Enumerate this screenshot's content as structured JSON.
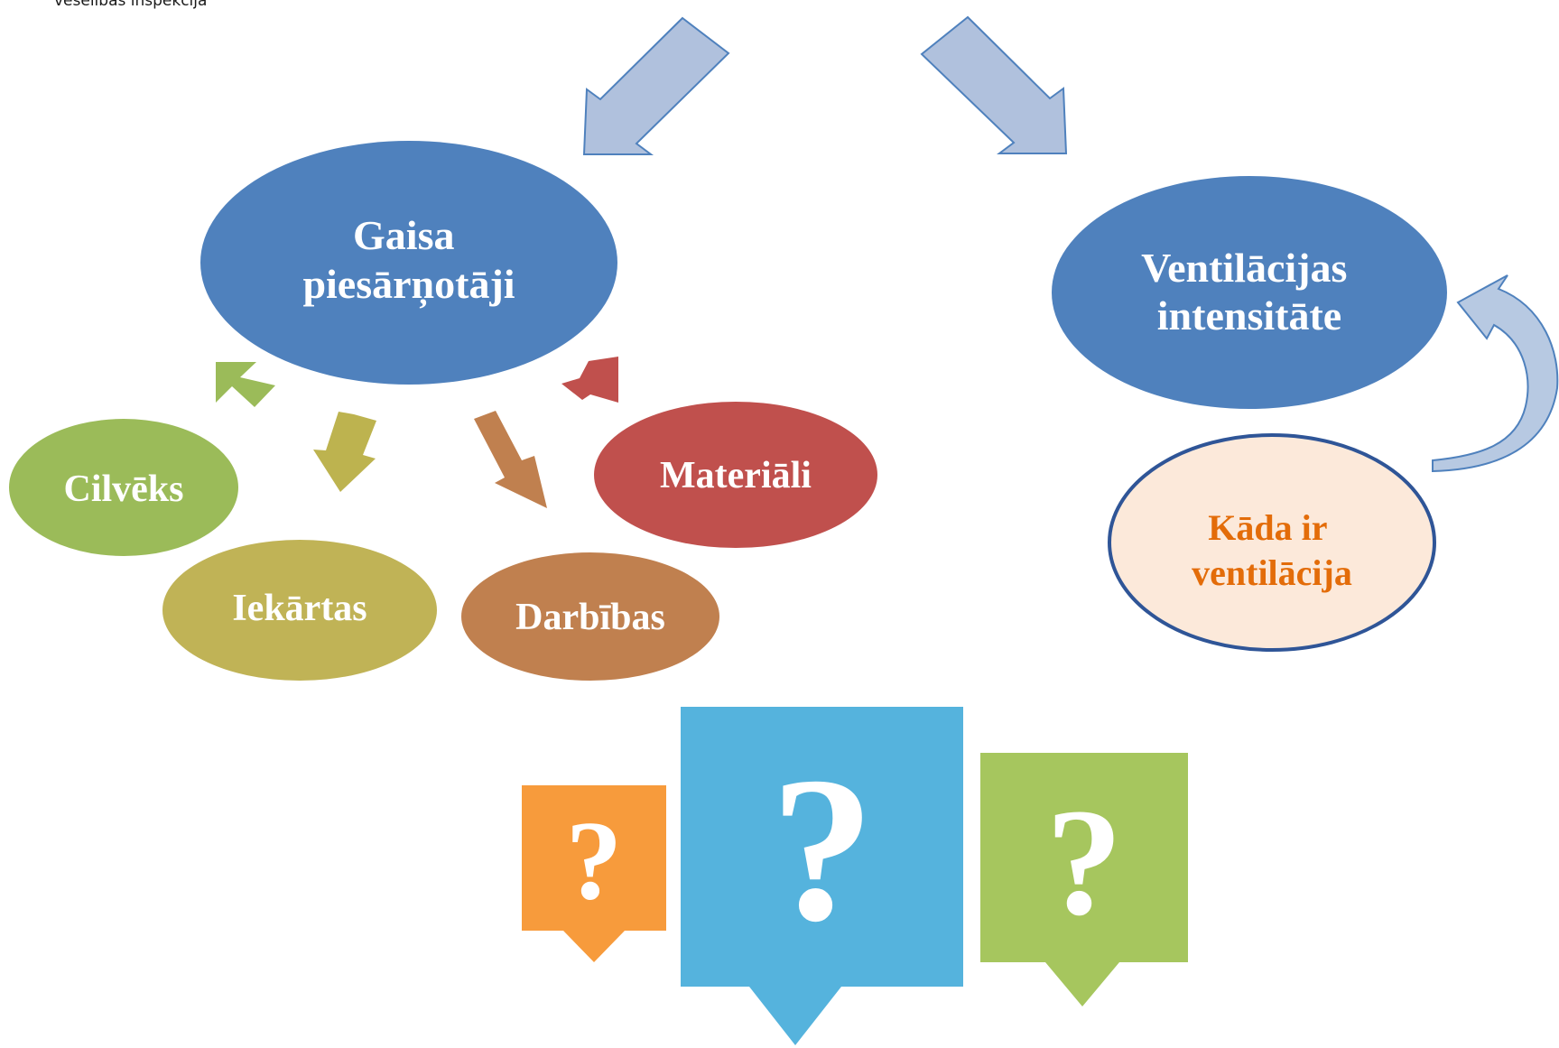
{
  "header": {
    "text": "veselības inspekcija"
  },
  "nodes": {
    "main": {
      "lines": [
        "Gaisa",
        "piesārņotāji"
      ],
      "fill": "#4f81bd",
      "text_color": "#ffffff"
    },
    "cilveks": {
      "label": "Cilvēks",
      "fill": "#9bbb59",
      "text_color": "#ffffff"
    },
    "iekartas": {
      "label": "Iekārtas",
      "fill": "#c0b356",
      "text_color": "#ffffff"
    },
    "darbibas": {
      "label": "Darbības",
      "fill": "#c0804f",
      "text_color": "#ffffff"
    },
    "materiali": {
      "label": "Materiāli",
      "fill": "#c0504d",
      "text_color": "#ffffff"
    },
    "ventilacija": {
      "lines": [
        "Ventilācijas",
        "intensitāte"
      ],
      "fill": "#4f81bd",
      "text_color": "#ffffff"
    },
    "kada": {
      "lines": [
        "Kāda ir",
        "ventilācija"
      ],
      "fill": "#fce9da",
      "stroke": "#2f5597",
      "text_color": "#e36c09"
    }
  },
  "arrow_colors": {
    "block": "#b0c1dd",
    "block_outline": "#4f81bd",
    "cilveks": "#9bbb59",
    "iekartas": "#bdb34f",
    "darbibas": "#c0804f",
    "materiali": "#c0504d",
    "curved": "#b7c9e2"
  },
  "question_icons": [
    {
      "name": "orange-question-bubble",
      "color": "#f79b3c",
      "glyph": "?"
    },
    {
      "name": "blue-question-bubble",
      "color": "#55b3dd",
      "glyph": "?"
    },
    {
      "name": "green-question-bubble",
      "color": "#a6c65e",
      "glyph": "?"
    }
  ]
}
